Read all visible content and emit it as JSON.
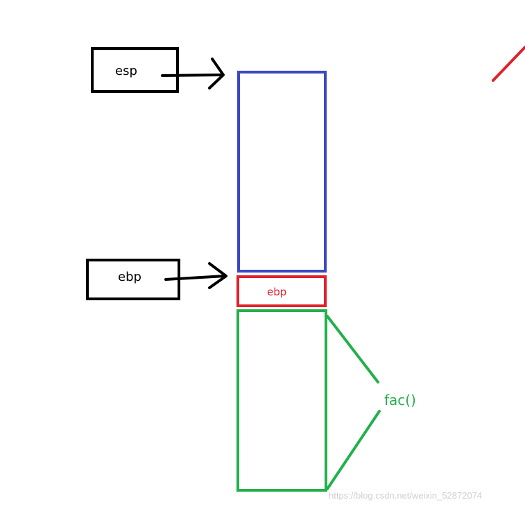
{
  "diagram": {
    "esp_label": "esp",
    "ebp_label": "ebp",
    "saved_ebp_label": "ebp",
    "function_label": "fac()",
    "watermark": "https://blog.csdn.net/weixin_52872074"
  },
  "colors": {
    "pointer_boxes": "#000000",
    "stack_frame_top": "#3a48c4",
    "saved_ebp_block": "#e0212b",
    "fac_frame": "#22b04c",
    "stray_stroke": "#e0212b"
  }
}
